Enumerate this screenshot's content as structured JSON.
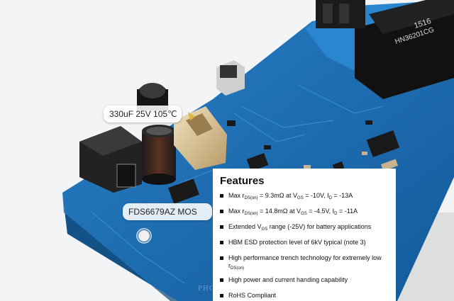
{
  "callouts": {
    "capacitor": "330uF 25V 105℃",
    "mosfet": "FDS6679AZ MOS"
  },
  "features": {
    "title": "Features",
    "items": [
      {
        "pre": "Max r",
        "sub1": "DS(on)",
        "mid": " = 9.3mΩ at V",
        "sub2": "GS",
        "mid2": " = -10V, I",
        "sub3": "D",
        "post": " = -13A"
      },
      {
        "pre": "Max r",
        "sub1": "DS(on)",
        "mid": " = 14.8mΩ at V",
        "sub2": "GS",
        "mid2": " = -4.5V, I",
        "sub3": "D",
        "post": " = -11A"
      },
      {
        "pre": "Extended V",
        "sub1": "GS",
        "mid": " range (-25V) for battery applications"
      },
      {
        "pre": "HBM ESD protection level of 6kV typical (note 3)"
      },
      {
        "pre": "High performance trench technology for extremely low r",
        "sub1": "DS(on)"
      },
      {
        "pre": "High power and current handing capability"
      },
      {
        "pre": "RoHS Compliant"
      }
    ]
  },
  "component_labels": {
    "transformer_line1": "1516",
    "transformer_line2": "HN36201CG"
  },
  "watermark": "PHO",
  "colors": {
    "pcb_blue": "#1f6fb5",
    "pcb_dark": "#17548c",
    "background": "#f4f5f7"
  }
}
